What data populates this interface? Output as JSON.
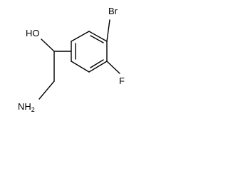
{
  "molecule": {
    "atoms": {
      "hydroxyl": "HO",
      "amine_main": "NH",
      "amine_subscript": "2",
      "bromine": "Br",
      "fluorine": "F"
    }
  }
}
